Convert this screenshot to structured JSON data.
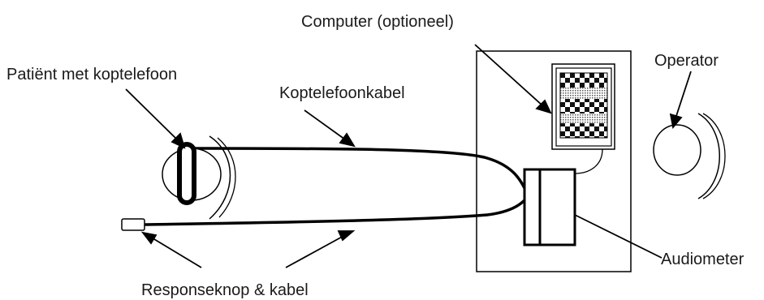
{
  "labels": {
    "computer": "Computer (optioneel)",
    "patient": "Patiënt met koptelefoon",
    "headphone_cable": "Koptelefoonkabel",
    "operator": "Operator",
    "audiometer": "Audiometer",
    "response_button": "Responseknop & kabel"
  },
  "colors": {
    "line": "#000000",
    "text": "#1a1a1a",
    "background": "#ffffff"
  }
}
